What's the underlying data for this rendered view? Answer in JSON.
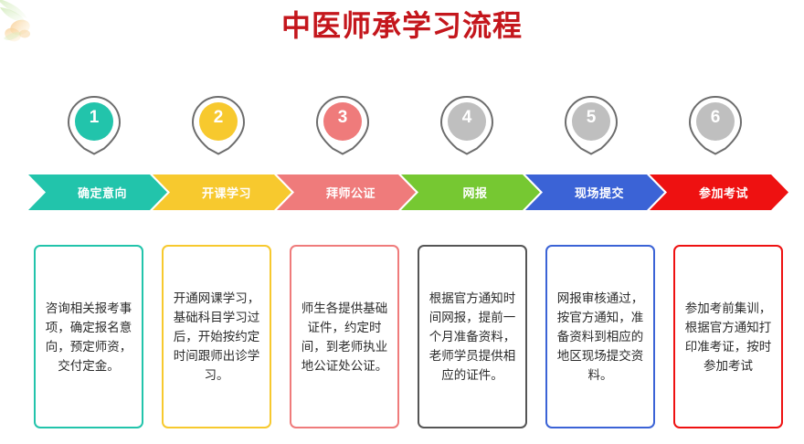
{
  "page": {
    "title": "中医师承学习流程",
    "title_color": "#c4161c",
    "background": "#ffffff",
    "ornament_icon": "butterfly-ornament-icon"
  },
  "steps": [
    {
      "number": "1",
      "pin_color": "#22c4ab",
      "stage_label": "确定意向",
      "stage_color": "#22c4ab",
      "card_border_color": "#22c4ab",
      "description": "咨询相关报考事项，确定报名意向，预定师资，交付定金。"
    },
    {
      "number": "2",
      "pin_color": "#f7c92e",
      "stage_label": "开课学习",
      "stage_color": "#f7c92e",
      "card_border_color": "#f7c92e",
      "description": "开通网课学习，基础科目学习过后，开始按约定时间跟师出诊学习。"
    },
    {
      "number": "3",
      "pin_color": "#ef7b7b",
      "stage_label": "拜师公证",
      "stage_color": "#ef7b7b",
      "card_border_color": "#ef7b7b",
      "description": "师生各提供基础证件，约定时间，到老师执业地公证处公证。"
    },
    {
      "number": "4",
      "pin_color": "#bfbfbf",
      "stage_label": "网报",
      "stage_color": "#76c832",
      "card_border_color": "#555555",
      "description": "根据官方通知时间网报，提前一个月准备资料，老师学员提供相应的证件。"
    },
    {
      "number": "5",
      "pin_color": "#bfbfbf",
      "stage_label": "现场提交",
      "stage_color": "#3b63d6",
      "card_border_color": "#3b63d6",
      "description": "网报审核通过，按官方通知，准备资料到相应的地区现场提交资料。"
    },
    {
      "number": "6",
      "pin_color": "#bfbfbf",
      "stage_label": "参加考试",
      "stage_color": "#ee1111",
      "card_border_color": "#ee1111",
      "description": "参加考前集训，根据官方通知打印准考证，按时参加考试"
    }
  ],
  "layout": {
    "pin_outline_color": "#6d6d6d",
    "pin_left_positions": [
      73,
      209,
      345,
      481,
      617,
      753
    ],
    "chevron_left_positions": [
      31,
      167,
      303,
      439,
      575,
      711
    ],
    "chevron_width": 152,
    "card_left_positions": [
      37,
      177,
      317,
      457,
      597,
      737
    ]
  }
}
